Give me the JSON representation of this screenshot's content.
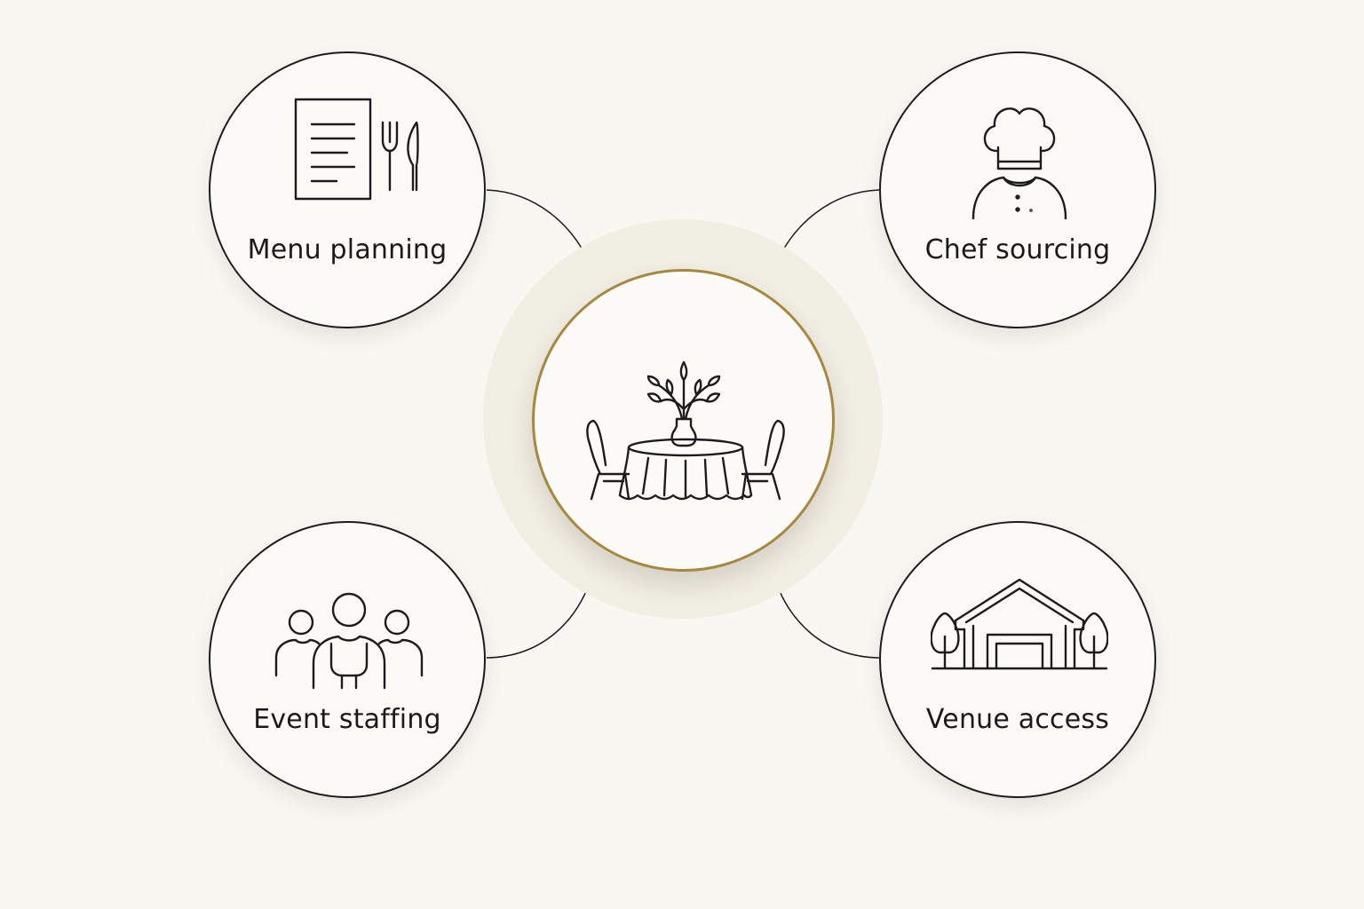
{
  "diagram": {
    "nodes": [
      {
        "id": "menu",
        "label": "Menu planning",
        "icon": "menu-cutlery-icon"
      },
      {
        "id": "chef",
        "label": "Chef sourcing",
        "icon": "chef-icon"
      },
      {
        "id": "staff",
        "label": "Event staffing",
        "icon": "staff-team-icon"
      },
      {
        "id": "venue",
        "label": "Venue access",
        "icon": "venue-barn-icon"
      }
    ],
    "center": {
      "icon": "dining-table-icon"
    },
    "edges": [
      {
        "from": "menu",
        "to": "center"
      },
      {
        "from": "chef",
        "to": "center"
      },
      {
        "from": "staff",
        "to": "center"
      },
      {
        "from": "venue",
        "to": "center"
      }
    ],
    "colors": {
      "background": "#f9f7f2",
      "stroke": "#1c1c1c",
      "center_border": "#a8873e",
      "halo": "#f1eee4"
    }
  }
}
